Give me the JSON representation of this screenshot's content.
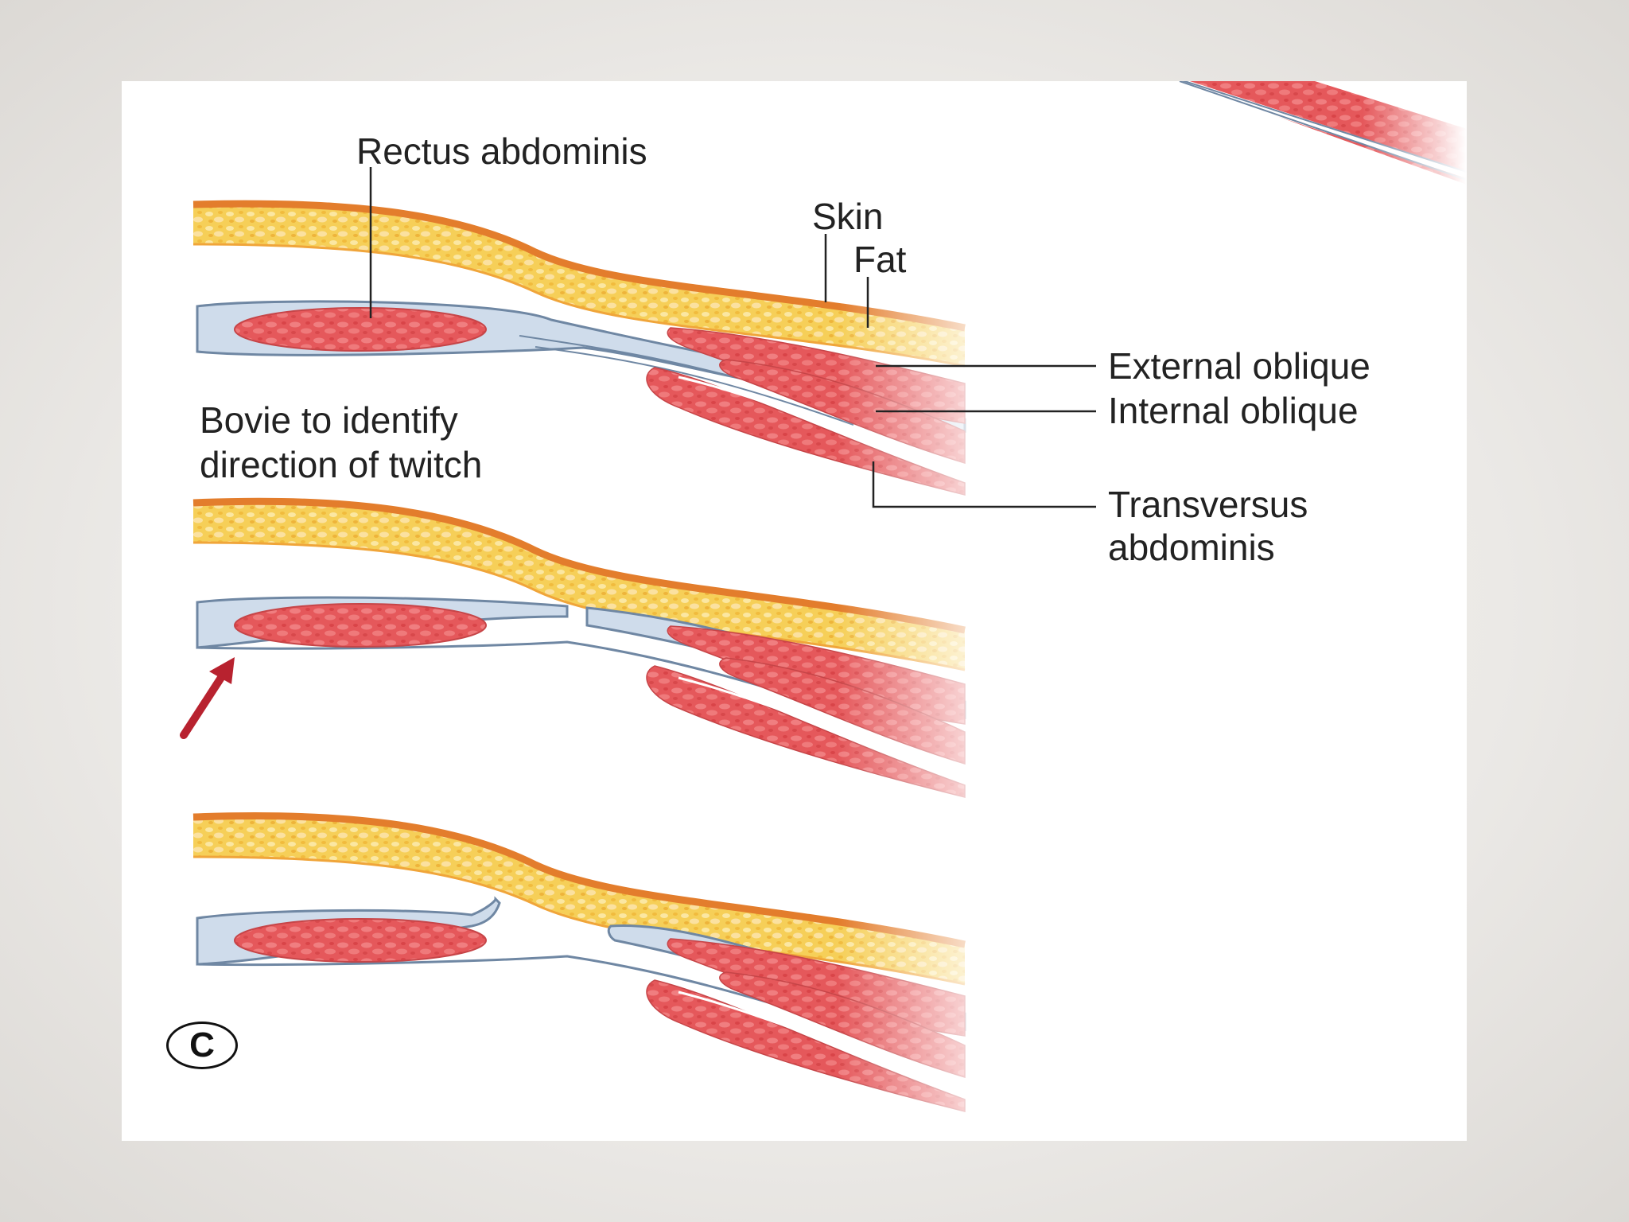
{
  "figure": {
    "panel_letter": "C",
    "labels": {
      "rectus_abdominis": "Rectus abdominis",
      "skin": "Skin",
      "fat": "Fat",
      "external_oblique": "External oblique",
      "internal_oblique": "Internal oblique",
      "transversus_line1": "Transversus",
      "transversus_line2": "abdominis",
      "bovie_line1": "Bovie to identify",
      "bovie_line2": "direction of twitch"
    },
    "colors": {
      "skin": "#e88a3c",
      "fat": "#f5c94e",
      "muscle": "#e3585a",
      "fascia": "#c8d6e5",
      "fascia_edge": "#6f87a3",
      "arrow": "#b8222f",
      "leader": "#222222"
    }
  }
}
